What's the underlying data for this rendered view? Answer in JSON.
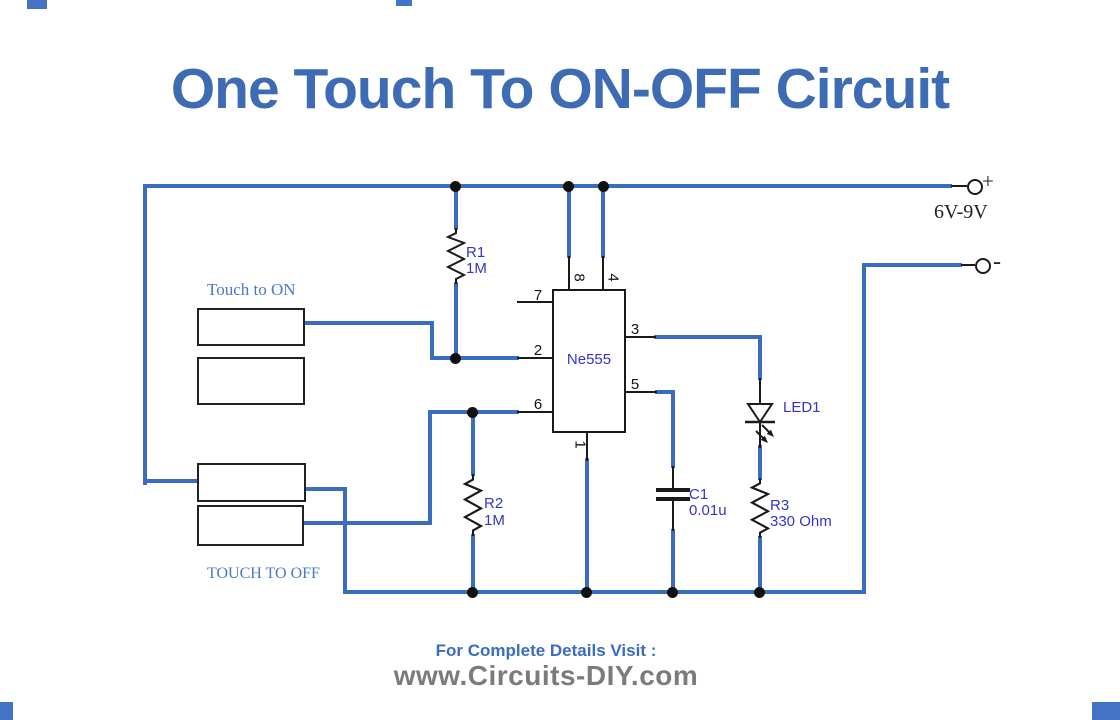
{
  "title": "One Touch To ON-OFF Circuit",
  "colors": {
    "wire": "#3a6cc0",
    "title": "#3d6cb4",
    "label": "#3434cc",
    "line": "#1a1a1a",
    "touch_label": "#4a7ac5",
    "footer_heading": "#3a6cc0",
    "footer_site": "#7b7b7b",
    "mark": "#4472c4"
  },
  "power": {
    "positive": "+",
    "negative": "-",
    "voltage": "6V-9V"
  },
  "ic": {
    "name": "Ne555",
    "pins": {
      "p1": "1",
      "p2": "2",
      "p3": "3",
      "p4": "4",
      "p5": "5",
      "p6": "6",
      "p7": "7",
      "p8": "8"
    }
  },
  "components": {
    "r1": {
      "ref": "R1",
      "value": "1M"
    },
    "r2": {
      "ref": "R2",
      "value": "1M"
    },
    "r3": {
      "ref": "R3",
      "value": "330 Ohm"
    },
    "c1": {
      "ref": "C1",
      "value": "0.01u"
    },
    "led1": {
      "ref": "LED1"
    }
  },
  "touch": {
    "on": "Touch to ON",
    "off": "TOUCH TO OFF"
  },
  "footer": {
    "heading": "For Complete Details Visit :",
    "site": "www.Circuits-DIY.com"
  }
}
